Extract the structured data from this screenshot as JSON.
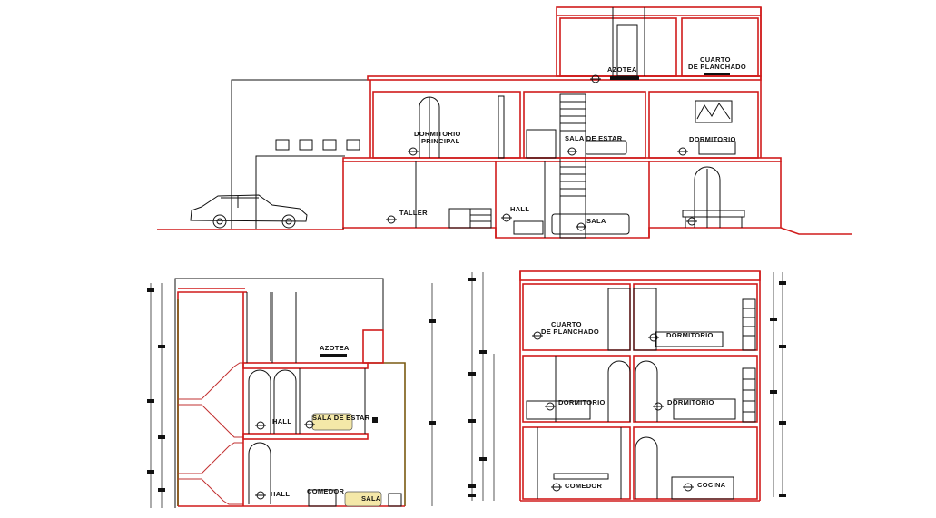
{
  "drawing": {
    "elevation_main": {
      "labels": {
        "azotea": "AZOTEA",
        "cuarto_1": "CUARTO",
        "cuarto_2": "DE PLANCHADO",
        "dormitorio_principal_1": "DORMITORIO",
        "dormitorio_principal_2": "PRINCIPAL",
        "sala_de_estar": "SALA DE ESTAR",
        "dormitorio": "DORMITORIO",
        "taller": "TALLER",
        "hall": "HALL",
        "sala": "SALA"
      }
    },
    "section_left": {
      "labels": {
        "azotea": "AZOTEA",
        "hall_upper": "HALL",
        "sala_de_estar": "SALA DE ESTAR",
        "hall_lower": "HALL",
        "comedor": "COMEDOR",
        "sala": "SALA"
      }
    },
    "section_right": {
      "labels": {
        "cuarto_1": "CUARTO",
        "cuarto_2": "DE PLANCHADO",
        "dormitorio_top": "DORMITORIO",
        "dormitorio_mid_left": "DORMITORIO",
        "dormitorio_mid_right": "DORMITORIO",
        "comedor": "COMEDOR",
        "cocina": "COCINA"
      }
    },
    "colors": {
      "walls": "#d01c1c",
      "lines": "#111111",
      "background": "#ffffff",
      "furniture": "#f4e8a8"
    }
  }
}
